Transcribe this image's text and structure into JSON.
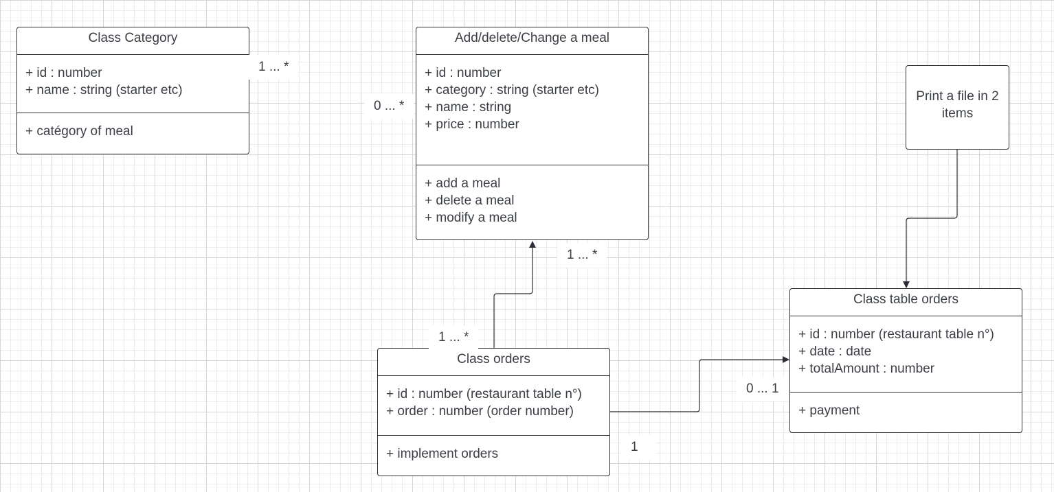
{
  "classes": {
    "category": {
      "title": "Class Category",
      "attributes": [
        "+ id : number",
        "+ name : string (starter etc)"
      ],
      "methods": [
        "+ catégory of meal"
      ]
    },
    "meal": {
      "title": "Add/delete/Change a meal",
      "attributes": [
        "+ id : number",
        "+ category : string (starter etc)",
        "+ name : string",
        "+ price : number"
      ],
      "methods": [
        "+ add a meal",
        "+ delete a meal",
        "+ modify a meal"
      ]
    },
    "orders": {
      "title": "Class orders",
      "attributes": [
        "+ id : number (restaurant table n°)",
        "+ order : number (order number)"
      ],
      "methods": [
        "+ implement orders"
      ]
    },
    "table_orders": {
      "title": "Class table orders",
      "attributes": [
        "+ id : number (restaurant table n°)",
        "+ date : date",
        "+ totalAmount : number"
      ],
      "methods": [
        "+ payment"
      ]
    }
  },
  "note": {
    "line1": "Print a file in 2",
    "line2": "items"
  },
  "multiplicities": {
    "category_meal": "1 ... *",
    "meal_category": "0 ... *",
    "meal_orders": "1 ... *",
    "orders_meal": "1 ... *",
    "orders_table": "1",
    "table_orders": "0 ... 1"
  },
  "colors": {
    "stroke": "#2b2f35",
    "text": "#3b3f45",
    "grid_major": "#d6d6d6",
    "grid_minor": "#ececec"
  }
}
